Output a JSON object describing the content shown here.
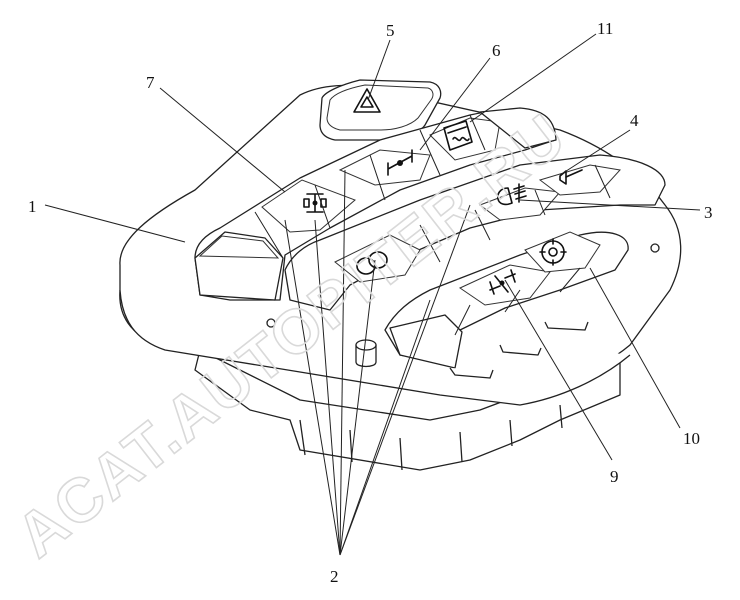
{
  "watermark": {
    "text": "ACAT.AUTOPITER.RU",
    "color": "#d9d9d9"
  },
  "callouts": [
    {
      "id": "c1",
      "label": "1"
    },
    {
      "id": "c2",
      "label": "2"
    },
    {
      "id": "c3",
      "label": "3"
    },
    {
      "id": "c4",
      "label": "4"
    },
    {
      "id": "c5",
      "label": "5"
    },
    {
      "id": "c6",
      "label": "6"
    },
    {
      "id": "c7",
      "label": "7"
    },
    {
      "id": "c9",
      "label": "9"
    },
    {
      "id": "c10",
      "label": "10"
    },
    {
      "id": "c11",
      "label": "11"
    }
  ],
  "icons": [
    "hazard-triangle-icon",
    "axle-lock-icon",
    "inter-axle-lock-icon",
    "heated-mirror-icon",
    "horn-icon",
    "rear-fog-light-icon",
    "interlock-rings-icon",
    "wheel-diff-lock-icon",
    "gear-hub-icon"
  ]
}
